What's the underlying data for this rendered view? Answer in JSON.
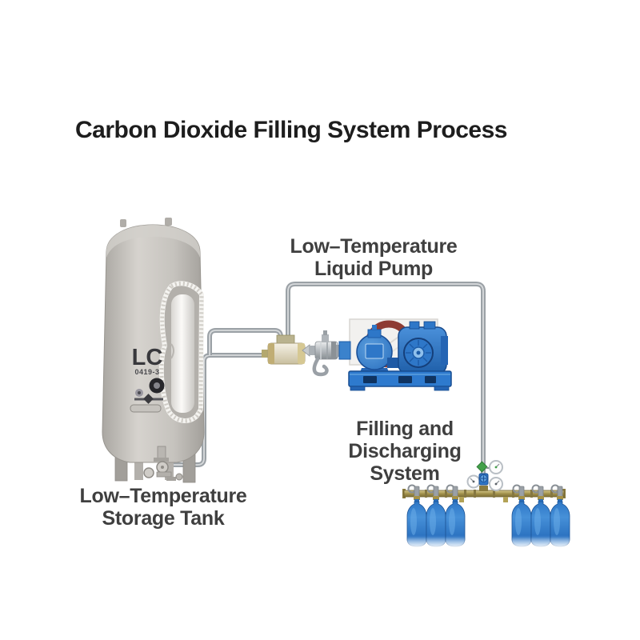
{
  "title": "Carbon Dioxide Filling System Process",
  "labels": {
    "pump": {
      "line1": "Low–Temperature",
      "line2": "Liquid Pump"
    },
    "tank": {
      "line1": "Low–Temperature",
      "line2": "Storage Tank"
    },
    "filling": {
      "line1": "Filling and",
      "line2": "Discharging",
      "line3": "System"
    }
  },
  "tank_markings": {
    "model": "LC",
    "serial": "0419-3"
  },
  "equipment": {
    "cylinder_count": 6,
    "cylinder_groups": [
      3,
      3
    ],
    "components": [
      "low-temperature storage tank",
      "low-temperature liquid pump",
      "filling and discharging manifold with gas cylinders",
      "pressure gauge station",
      "connecting pipes"
    ]
  },
  "colors": {
    "pump_blue": "#2e77c8",
    "cylinder_blue": "#2e77c8",
    "tank_gray": "#c8c5c0",
    "manifold_brass": "#a3924d",
    "pipe_gray": "#9ba1a6",
    "flange_red": "#8e3b33",
    "gauge_green": "#43a04a",
    "label_text": "#3f3f3f",
    "background": "#ffffff"
  }
}
